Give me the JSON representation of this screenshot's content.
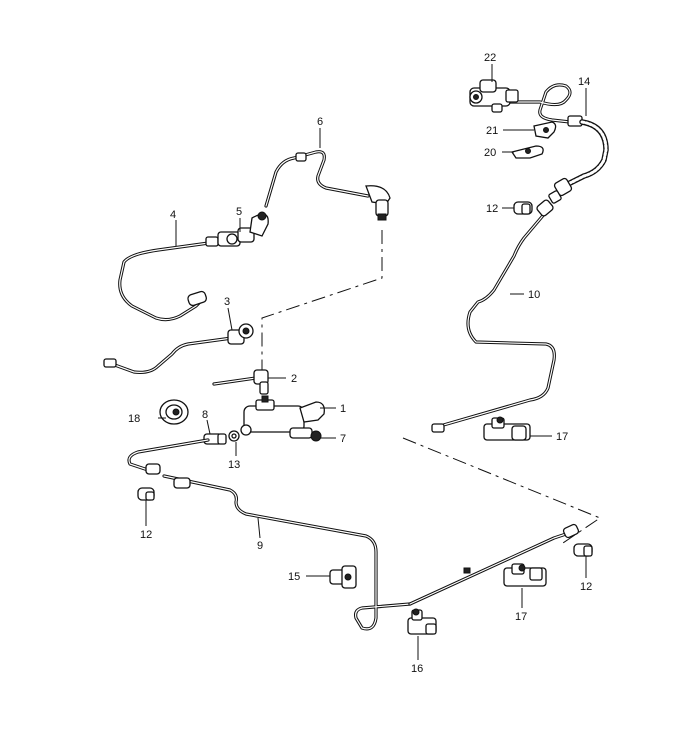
{
  "callouts": [
    {
      "id": "c1",
      "label": "1"
    },
    {
      "id": "c2",
      "label": "2"
    },
    {
      "id": "c3",
      "label": "3"
    },
    {
      "id": "c4",
      "label": "4"
    },
    {
      "id": "c5",
      "label": "5"
    },
    {
      "id": "c6",
      "label": "6"
    },
    {
      "id": "c7",
      "label": "7"
    },
    {
      "id": "c8",
      "label": "8"
    },
    {
      "id": "c9",
      "label": "9"
    },
    {
      "id": "c10",
      "label": "10"
    },
    {
      "id": "c12a",
      "label": "12"
    },
    {
      "id": "c12b",
      "label": "12"
    },
    {
      "id": "c12c",
      "label": "12"
    },
    {
      "id": "c13",
      "label": "13"
    },
    {
      "id": "c14",
      "label": "14"
    },
    {
      "id": "c15",
      "label": "15"
    },
    {
      "id": "c16",
      "label": "16"
    },
    {
      "id": "c17a",
      "label": "17"
    },
    {
      "id": "c17b",
      "label": "17"
    },
    {
      "id": "c18",
      "label": "18"
    },
    {
      "id": "c20",
      "label": "20"
    },
    {
      "id": "c21",
      "label": "21"
    },
    {
      "id": "c22",
      "label": "22"
    }
  ]
}
